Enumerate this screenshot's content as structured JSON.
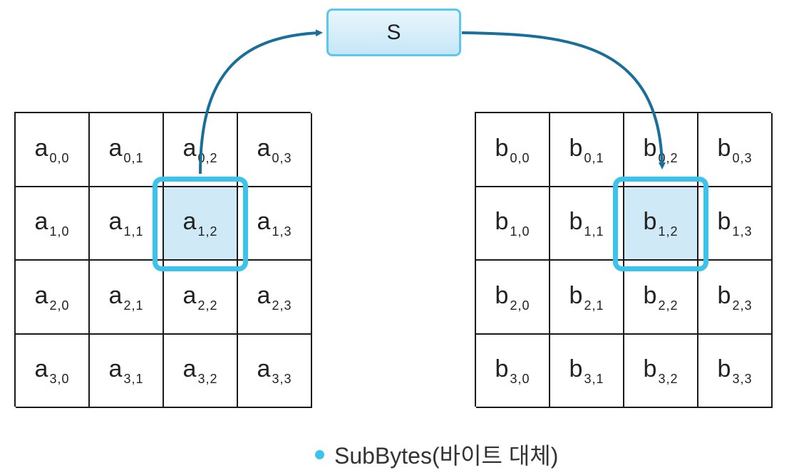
{
  "sbox_label": "S",
  "caption": "SubBytes(바이트 대체)",
  "colors": {
    "highlight_border": "#3cc3ec",
    "highlight_fill": "#cfe9f7",
    "arrow": "#1a6f9a"
  },
  "input_matrix": {
    "rows": [
      [
        {
          "base": "a",
          "sub": "0,0"
        },
        {
          "base": "a",
          "sub": "0,1"
        },
        {
          "base": "a",
          "sub": "0,2"
        },
        {
          "base": "a",
          "sub": "0,3"
        }
      ],
      [
        {
          "base": "a",
          "sub": "1,0"
        },
        {
          "base": "a",
          "sub": "1,1"
        },
        {
          "base": "a",
          "sub": "1,2"
        },
        {
          "base": "a",
          "sub": "1,3"
        }
      ],
      [
        {
          "base": "a",
          "sub": "2,0"
        },
        {
          "base": "a",
          "sub": "2,1"
        },
        {
          "base": "a",
          "sub": "2,2"
        },
        {
          "base": "a",
          "sub": "2,3"
        }
      ],
      [
        {
          "base": "a",
          "sub": "3,0"
        },
        {
          "base": "a",
          "sub": "3,1"
        },
        {
          "base": "a",
          "sub": "3,2"
        },
        {
          "base": "a",
          "sub": "3,3"
        }
      ]
    ]
  },
  "output_matrix": {
    "rows": [
      [
        {
          "base": "b",
          "sub": "0,0"
        },
        {
          "base": "b",
          "sub": "0,1"
        },
        {
          "base": "b",
          "sub": "0,2"
        },
        {
          "base": "b",
          "sub": "0,3"
        }
      ],
      [
        {
          "base": "b",
          "sub": "1,0"
        },
        {
          "base": "b",
          "sub": "1,1"
        },
        {
          "base": "b",
          "sub": "1,2"
        },
        {
          "base": "b",
          "sub": "1,3"
        }
      ],
      [
        {
          "base": "b",
          "sub": "2,0"
        },
        {
          "base": "b",
          "sub": "2,1"
        },
        {
          "base": "b",
          "sub": "2,2"
        },
        {
          "base": "b",
          "sub": "2,3"
        }
      ],
      [
        {
          "base": "b",
          "sub": "3,0"
        },
        {
          "base": "b",
          "sub": "3,1"
        },
        {
          "base": "b",
          "sub": "3,2"
        },
        {
          "base": "b",
          "sub": "3,3"
        }
      ]
    ]
  }
}
